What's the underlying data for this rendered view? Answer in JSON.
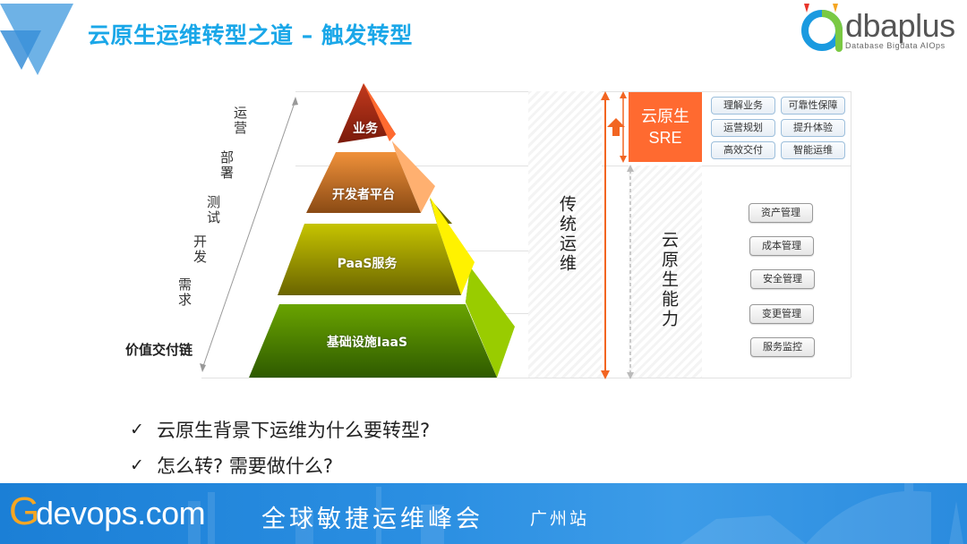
{
  "header": {
    "title": "云原生运维转型之道 – 触发转型",
    "brand": {
      "name": "dbaplus",
      "tagline": "Database  Bigdata  AIOps"
    }
  },
  "pyramid": {
    "value_chain_label": "价值交付链",
    "value_chain_stages": [
      "运营",
      "部署",
      "测试",
      "开发",
      "需求"
    ],
    "layers": [
      {
        "label": "业务",
        "color": "#b8301a"
      },
      {
        "label": "开发者平台",
        "color": "#e07a2a"
      },
      {
        "label": "PaaS服务",
        "color": "#a9a600"
      },
      {
        "label": "基础设施IaaS",
        "color": "#4f8a00"
      }
    ]
  },
  "ops": {
    "traditional_label": "传统运维",
    "cloud_native_capability_label": "云原生能力",
    "sre": {
      "line1": "云原生",
      "line2": "SRE",
      "color": "#ff6a30"
    },
    "sre_items": [
      "理解业务",
      "可靠性保障",
      "运营规划",
      "提升体验",
      "高效交付",
      "智能运维"
    ],
    "capabilities": [
      "资产管理",
      "成本管理",
      "安全管理",
      "变更管理",
      "服务监控"
    ],
    "arrow_color": "#f26522"
  },
  "bullets": [
    {
      "icon": "check-icon",
      "text": "云原生背景下运维为什么要转型?"
    },
    {
      "icon": "check-icon",
      "text": "怎么转? 需要做什么?"
    }
  ],
  "footer": {
    "g": "G",
    "domain": "devops.com",
    "event": "全球敏捷运维峰会",
    "station": "广州站"
  }
}
